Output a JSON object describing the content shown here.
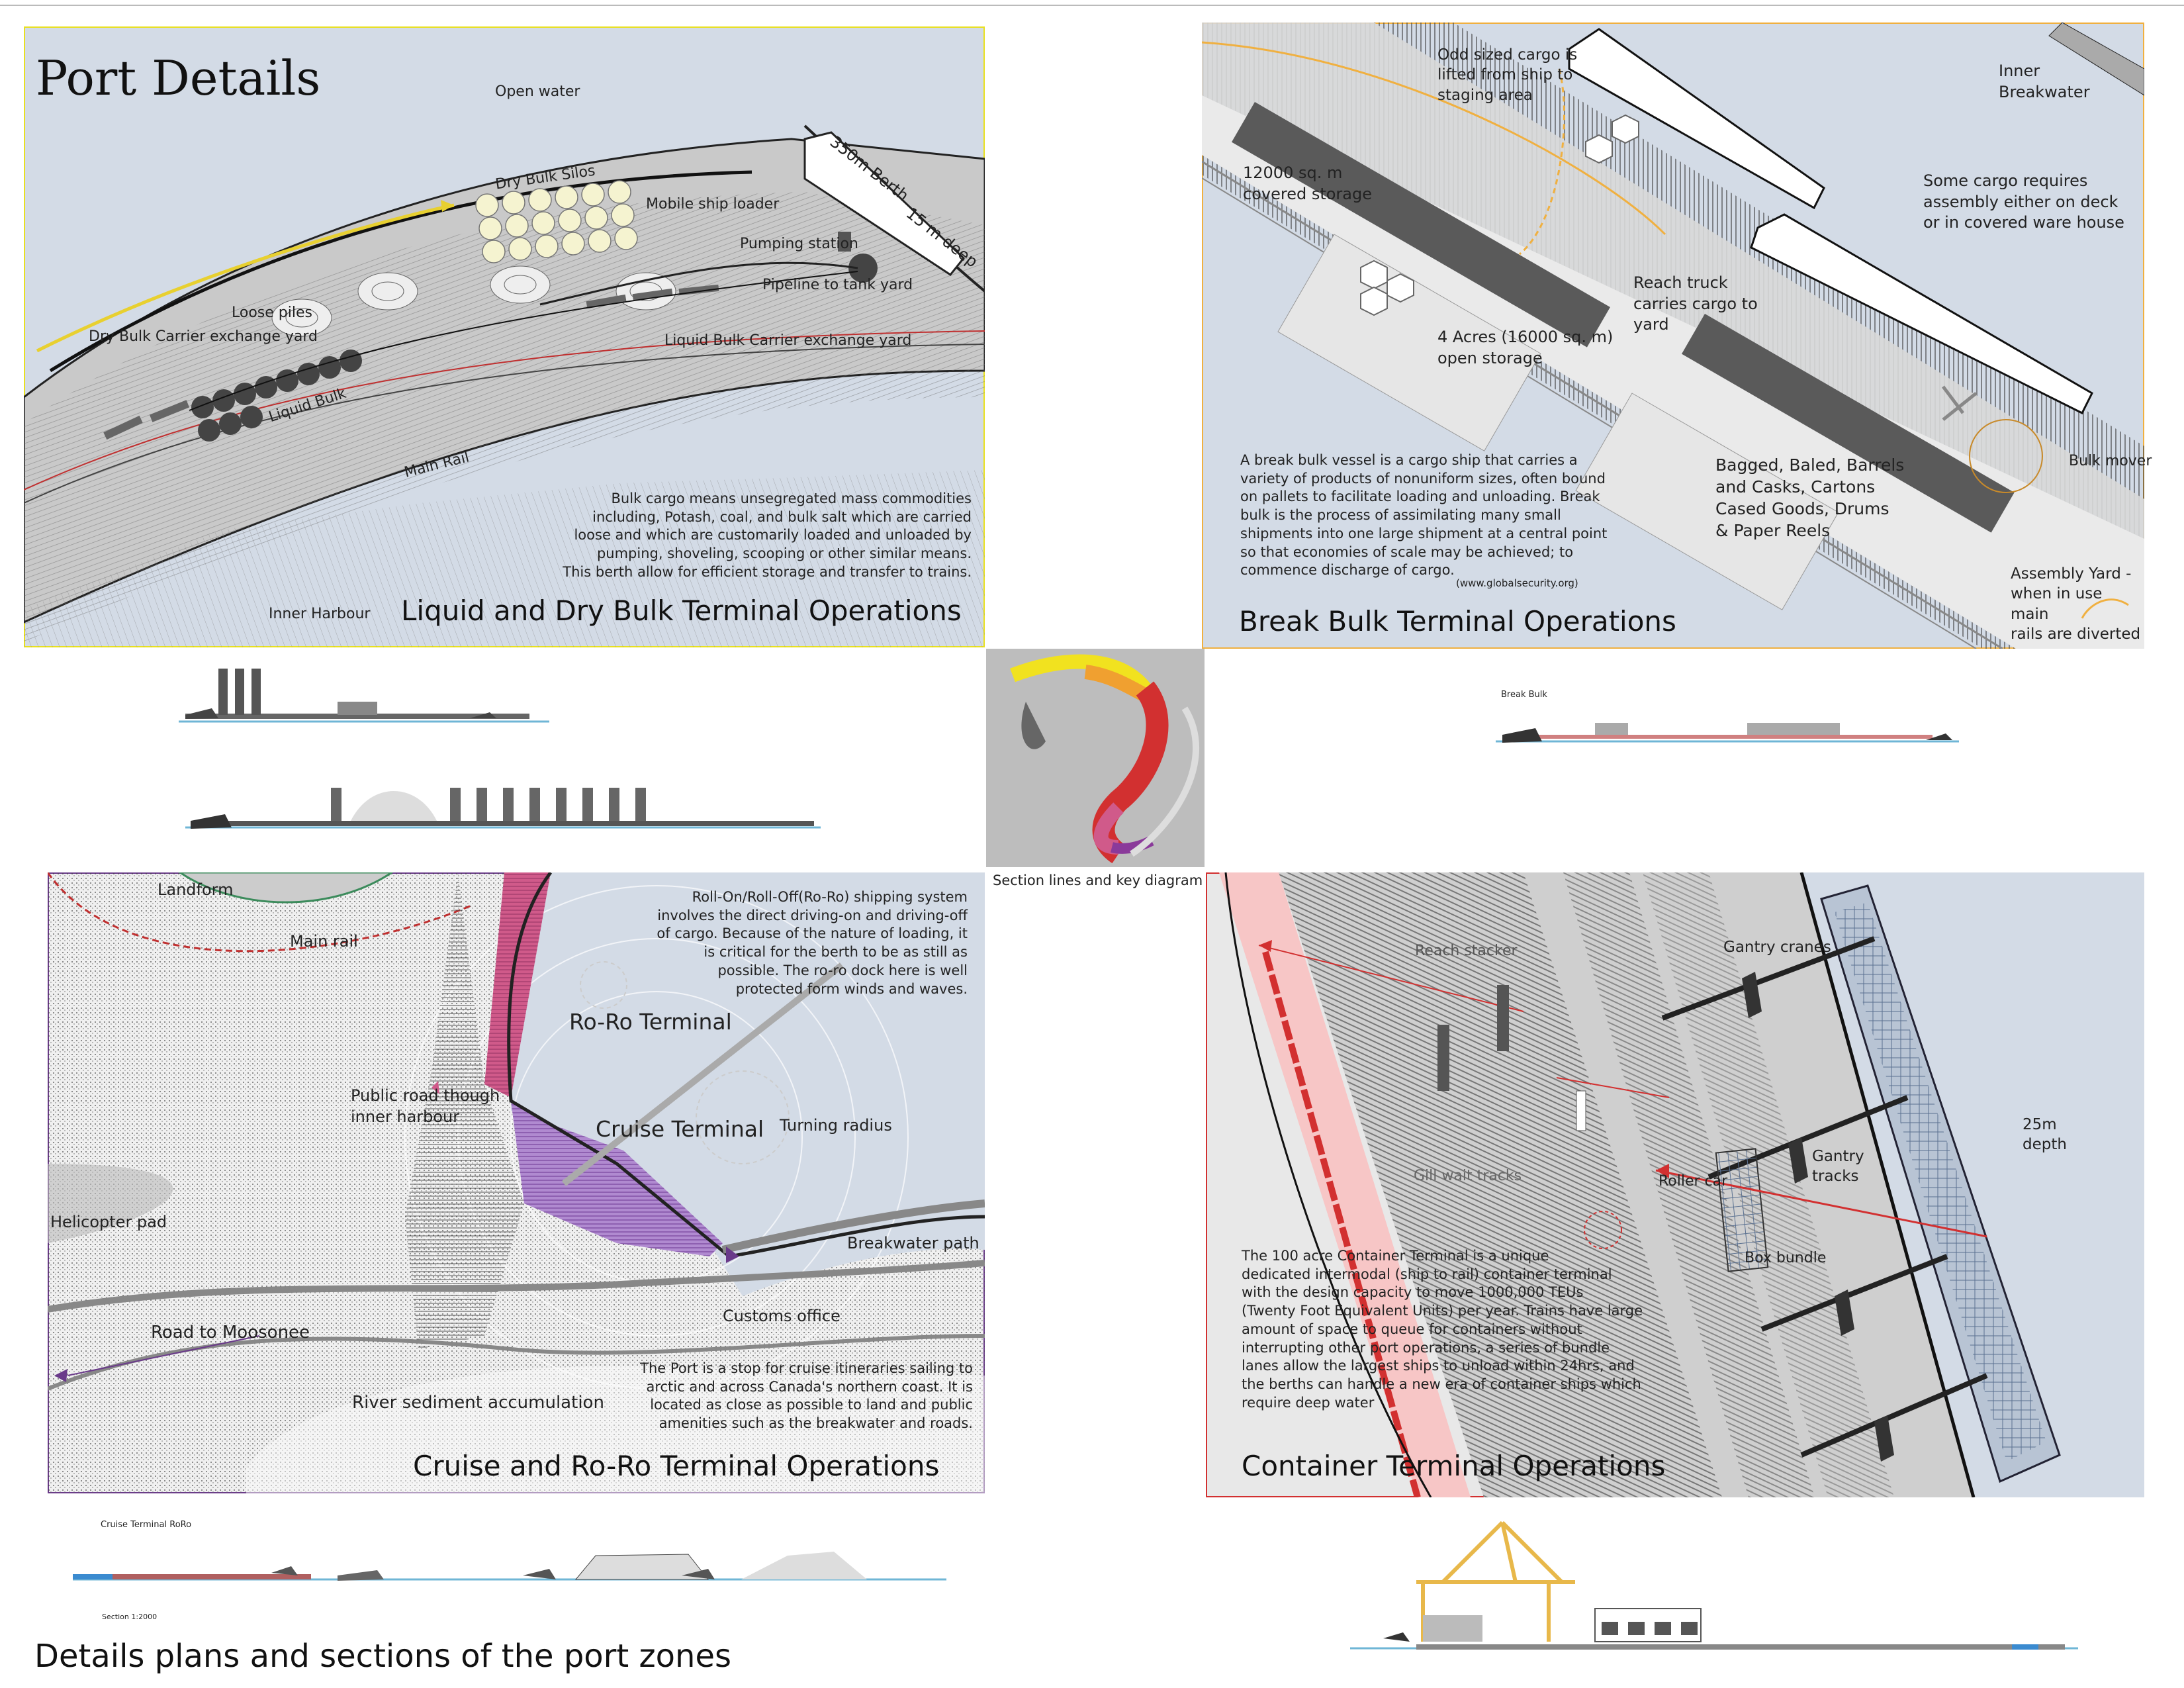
{
  "page": {
    "title": "Port Details",
    "footer": "Details plans and sections of the port zones"
  },
  "key_panel": {
    "caption": "Section lines and key diagram"
  },
  "bulk": {
    "title": "Liquid and Dry Bulk Terminal Operations",
    "labels": {
      "open_water": "Open water",
      "dry_silos": "Dry Bulk Silos",
      "mobile_loader": "Mobile ship loader",
      "berth": "350m Berth",
      "depth": "15 m deep",
      "pumping": "Pumping station",
      "pipeline": "Pipeline to tank yard",
      "loose": "Loose piles",
      "dry_yard": "Dry Bulk Carrier exchange yard",
      "liquid_yard": "Liquid Bulk Carrier exchange yard",
      "liquid": "Liquid Bulk",
      "main_rail": "Main Rail",
      "inner": "Inner Harbour"
    },
    "paragraph": "Bulk cargo means unsegregated mass commodities\nincluding, Potash, coal, and bulk salt which are carried\nloose and which are customarily loaded and unloaded by\npumping, shoveling, scooping or other similar means.\nThis berth allow for efficient storage and transfer to trains."
  },
  "breakbulk": {
    "title": "Break Bulk Terminal Operations",
    "labels": {
      "odd": "Odd sized cargo is\nlifted from ship to\nstaging area",
      "inner_bw": "Inner\nBreakwater",
      "covered": "12000 sq. m\ncovered storage",
      "assembly": "Some cargo requires\nassembly either on deck\nor in covered ware house",
      "reach": "Reach truck\ncarries cargo to\nyard",
      "open_storage": "4 Acres (16000 sq. m)\nopen storage",
      "bagged": "Bagged, Baled, Barrels\nand Casks, Cartons\nCased Goods, Drums\n& Paper Reels",
      "bulk_mover": "Bulk mover",
      "assembly_yard": "Assembly Yard -\nwhen in use main\nrails are diverted"
    },
    "paragraph": "A break bulk vessel is a cargo ship that carries a\nvariety of products of nonuniform sizes, often bound\non pallets to facilitate loading and unloading. Break\nbulk is the process of assimilating many small\nshipments into one large shipment at a central point\nso that economies of scale may be achieved; to\ncommence discharge of cargo.",
    "source": "(www.globalsecurity.org)"
  },
  "cruise": {
    "title": "Cruise and Ro-Ro Terminal Operations",
    "labels": {
      "landform": "Landform",
      "main_rail": "Main rail",
      "roro": "Ro-Ro Terminal",
      "cruise_terminal": "Cruise Terminal",
      "turning": "Turning radius",
      "public_road": "Public road though\ninner harbour",
      "heli": "Helicopter pad",
      "breakwater": "Breakwater path",
      "customs": "Customs office",
      "road": "Road to Moosonee",
      "river": "River sediment accumulation"
    },
    "paragraph_roro": "Roll-On/Roll-Off(Ro-Ro) shipping system\ninvolves the direct driving-on and driving-off\nof cargo.  Because of the nature of loading, it\nis critical for the berth to be as still as\npossible.  The ro-ro dock here is well\nprotected form winds and waves.",
    "paragraph_port": "The Port is a stop for cruise itineraries sailing to\narctic and across Canada's northern coast.   It is\nlocated as close as possible to land and public\namenities such as the breakwater and roads."
  },
  "container": {
    "title": "Container Terminal Operations",
    "labels": {
      "reach": "Reach stacker",
      "gantry": "Gantry cranes",
      "depth": "25m\ndepth",
      "gantry_tracks": "Gantry\ntracks",
      "train": "Gill wait tracks",
      "roller": "Roller car",
      "box": "Box bundle"
    },
    "paragraph": "The 100 acre Container Terminal is a unique\ndedicated intermodal (ship to rail) container terminal\nwith the design capacity to move 1000,000 TEUs\n(Twenty Foot Equivalent Units) per year.   Trains have large\namount of space to queue for containers without\ninterrupting other port operations, a series of bundle\nlanes allow the largest ships to unload within 24hrs, and\nthe berths can handle a new era of container ships which\nrequire deep water"
  },
  "sections": {
    "cruise_title": "Cruise Terminal  RoRo",
    "breakbulk_title": "Break Bulk",
    "cruise_scale": "Section 1:2000"
  },
  "colors": {
    "water": "#d3dbe6",
    "bulk_frame": "#e8e020",
    "breakbulk_frame": "#f0b040",
    "cruise_frame": "#6a3a8a",
    "container_frame": "#d23030",
    "ro_ro": "#d05a8a",
    "cruise": "#a07ac0"
  }
}
